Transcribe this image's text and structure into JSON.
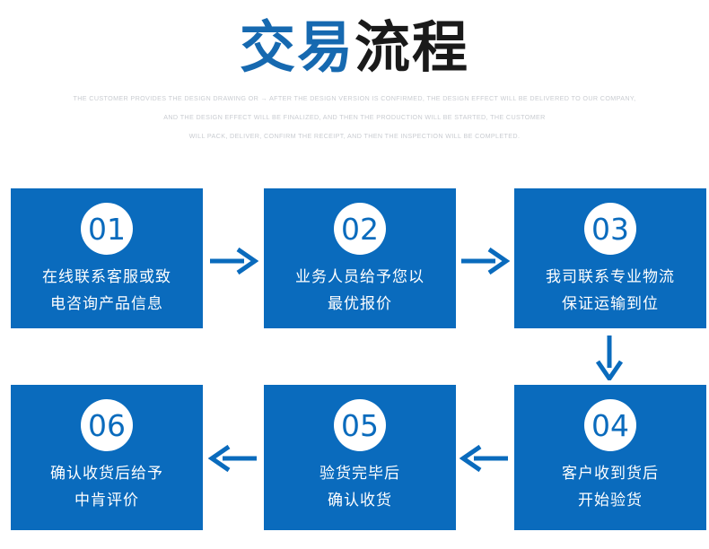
{
  "header": {
    "title_primary": "交易",
    "title_secondary": "流程",
    "subtitle_lines": [
      "THE CUSTOMER PROVIDES THE DESIGN DRAWING OR → AFTER THE DESIGN VERSION IS CONFIRMED, THE DESIGN EFFECT WILL BE DELIVERED TO OUR COMPANY,",
      "AND THE DESIGN EFFECT WILL BE FINALIZED, AND THEN THE PRODUCTION WILL BE STARTED, THE CUSTOMER",
      "WILL PACK, DELIVER, CONFIRM THE RECEIPT, AND THEN THE INSPECTION WILL BE COMPLETED."
    ]
  },
  "colors": {
    "brand_blue": "#0a6bbd",
    "title_blue": "#1669b0",
    "title_dark": "#1a1a1a",
    "subtitle_gray": "#c9ccd1",
    "card_text": "#ffffff"
  },
  "steps": [
    {
      "number": "01",
      "line1": "在线联系客服或致",
      "line2": "电咨询产品信息"
    },
    {
      "number": "02",
      "line1": "业务人员给予您以",
      "line2": "最优报价"
    },
    {
      "number": "03",
      "line1": "我司联系专业物流",
      "line2": "保证运输到位"
    },
    {
      "number": "04",
      "line1": "客户收到货后",
      "line2": "开始验货"
    },
    {
      "number": "05",
      "line1": "验货完毕后",
      "line2": "确认收货"
    },
    {
      "number": "06",
      "line1": "确认收货后给予",
      "line2": "中肯评价"
    }
  ],
  "connectors": [
    {
      "name": "arrow-right-step1-step2",
      "direction": "right"
    },
    {
      "name": "arrow-right-step2-step3",
      "direction": "right"
    },
    {
      "name": "arrow-down-step3-step4",
      "direction": "down"
    },
    {
      "name": "arrow-left-step4-step5",
      "direction": "left"
    },
    {
      "name": "arrow-left-step5-step6",
      "direction": "left"
    }
  ]
}
